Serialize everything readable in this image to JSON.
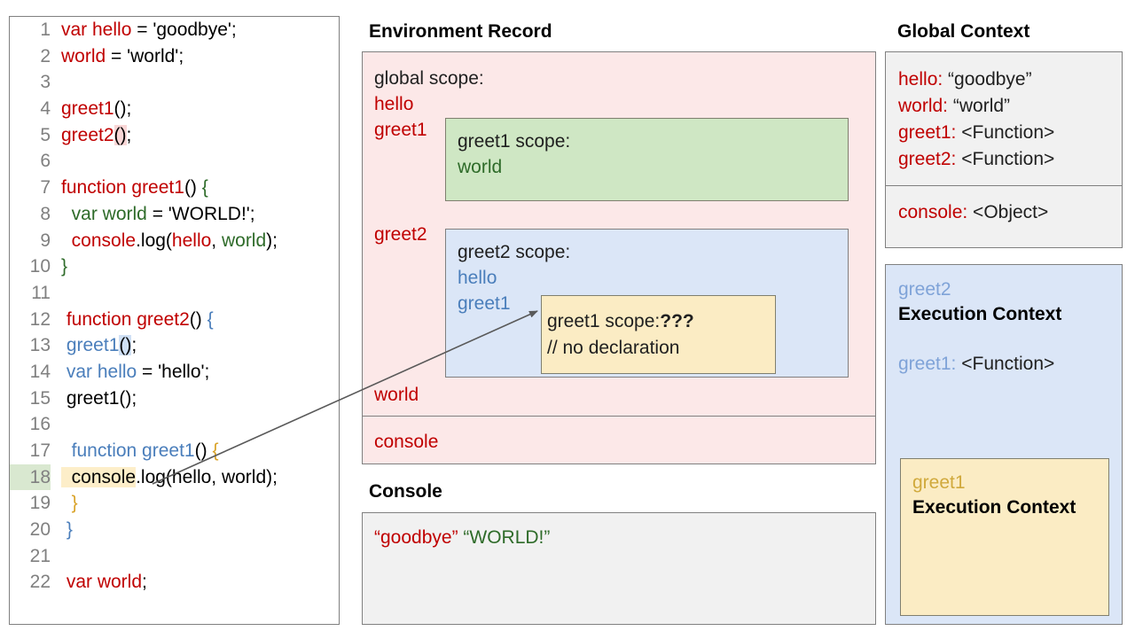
{
  "code_panel": {
    "highlighted_line": 18,
    "lines": [
      {
        "n": "1",
        "tokens": [
          {
            "t": "var hello",
            "c": "red"
          },
          {
            "t": " = 'goodbye';",
            "c": "black"
          }
        ]
      },
      {
        "n": "2",
        "tokens": [
          {
            "t": "world",
            "c": "red"
          },
          {
            "t": " = 'world';",
            "c": "black"
          }
        ]
      },
      {
        "n": "3",
        "tokens": []
      },
      {
        "n": "4",
        "tokens": [
          {
            "t": "greet1",
            "c": "red"
          },
          {
            "t": "();",
            "c": "black"
          }
        ]
      },
      {
        "n": "5",
        "tokens": [
          {
            "t": "greet2",
            "c": "red"
          },
          {
            "t": "()",
            "c": "black",
            "hl": "pink"
          },
          {
            "t": ";",
            "c": "black"
          }
        ]
      },
      {
        "n": "6",
        "tokens": []
      },
      {
        "n": "7",
        "tokens": [
          {
            "t": "function greet1",
            "c": "red"
          },
          {
            "t": "() ",
            "c": "black"
          },
          {
            "t": "{",
            "c": "green"
          }
        ]
      },
      {
        "n": "8",
        "tokens": [
          {
            "t": "  var world",
            "c": "green"
          },
          {
            "t": " = 'WORLD!';",
            "c": "black"
          }
        ]
      },
      {
        "n": "9",
        "tokens": [
          {
            "t": "  console",
            "c": "red"
          },
          {
            "t": ".log(",
            "c": "black"
          },
          {
            "t": "hello",
            "c": "red"
          },
          {
            "t": ", ",
            "c": "black"
          },
          {
            "t": "world",
            "c": "green"
          },
          {
            "t": ");",
            "c": "black"
          }
        ]
      },
      {
        "n": "10",
        "tokens": [
          {
            "t": "}",
            "c": "green"
          }
        ]
      },
      {
        "n": "11",
        "tokens": []
      },
      {
        "n": "12",
        "tokens": [
          {
            "t": " function greet2",
            "c": "red"
          },
          {
            "t": "() ",
            "c": "black"
          },
          {
            "t": "{",
            "c": "blue"
          }
        ]
      },
      {
        "n": "13",
        "tokens": [
          {
            "t": " greet1",
            "c": "blue"
          },
          {
            "t": "()",
            "c": "black",
            "hl": "blue"
          },
          {
            "t": ";",
            "c": "black"
          }
        ]
      },
      {
        "n": "14",
        "tokens": [
          {
            "t": " var hello",
            "c": "blue"
          },
          {
            "t": " = 'hello';",
            "c": "black"
          }
        ]
      },
      {
        "n": "15",
        "tokens": [
          {
            "t": " greet1();",
            "c": "black"
          }
        ]
      },
      {
        "n": "16",
        "tokens": []
      },
      {
        "n": "17",
        "tokens": [
          {
            "t": "  function greet1",
            "c": "blue"
          },
          {
            "t": "() ",
            "c": "black"
          },
          {
            "t": "{",
            "c": "gold"
          }
        ]
      },
      {
        "n": "18",
        "tokens": [
          {
            "t": "  console",
            "c": "black",
            "hl": "yellow"
          },
          {
            "t": ".log(hello, world);",
            "c": "black"
          }
        ]
      },
      {
        "n": "19",
        "tokens": [
          {
            "t": "  }",
            "c": "gold"
          }
        ]
      },
      {
        "n": "20",
        "tokens": [
          {
            "t": " }",
            "c": "blue"
          }
        ]
      },
      {
        "n": "21",
        "tokens": []
      },
      {
        "n": "22",
        "tokens": [
          {
            "t": " var world",
            "c": "red"
          },
          {
            "t": ";",
            "c": "black"
          }
        ]
      }
    ]
  },
  "environment_record": {
    "title": "Environment Record",
    "global_scope_label": "global scope:",
    "global_vars": [
      "hello",
      "greet1",
      "greet2",
      "world"
    ],
    "console_entry": "console",
    "greet1_scope": {
      "title": "greet1 scope:",
      "vars": [
        "world"
      ]
    },
    "greet2_scope": {
      "title": "greet2 scope:",
      "vars": [
        "hello",
        "greet1"
      ]
    },
    "callout": {
      "line1_prefix": "greet1 scope:",
      "line1_emphasis": "???",
      "line2": "// no declaration"
    }
  },
  "console": {
    "title": "Console",
    "output": [
      {
        "text": "“goodbye”",
        "color": "#c00000"
      },
      {
        "text": "“WORLD!”",
        "color": "#2e6b29"
      }
    ]
  },
  "global_context": {
    "title": "Global Context",
    "vars": [
      {
        "key": "hello",
        "value": "“goodbye”"
      },
      {
        "key": "world",
        "value": "“world”"
      },
      {
        "key": "greet1",
        "value": "<Function>"
      },
      {
        "key": "greet2",
        "value": "<Function>"
      }
    ],
    "console_row": {
      "key": "console",
      "value": "<Object>"
    }
  },
  "execution_contexts": {
    "greet2": {
      "name": "greet2",
      "subtitle": "Execution Context",
      "binding_key": "greet1",
      "binding_value": "<Function>"
    },
    "greet1": {
      "name": "greet1",
      "subtitle": "Execution Context"
    }
  },
  "colors": {
    "red": "#c00000",
    "green": "#2e6b29",
    "blue": "#4a7ebb",
    "gold": "#d9a227",
    "pink_panel": "#fce8e8",
    "green_panel": "#cfe7c4",
    "blue_panel": "#dbe6f7",
    "yellow_panel": "#fbecc4",
    "gray_panel": "#f1f1f1",
    "border": "#808080",
    "arrow": "#595959"
  }
}
